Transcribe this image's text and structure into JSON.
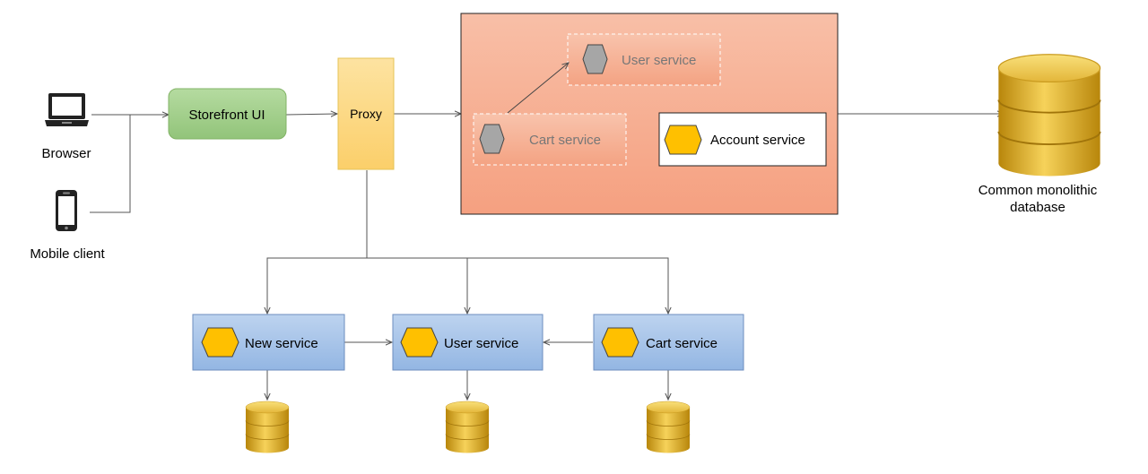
{
  "clients": {
    "browser": "Browser",
    "mobile": "Mobile client"
  },
  "storefront": {
    "label": "Storefront UI"
  },
  "proxy": {
    "label": "Proxy"
  },
  "monolith": {
    "user_service": "User service",
    "cart_service": "Cart service",
    "account_service": "Account service"
  },
  "database": {
    "label_line1": "Common monolithic",
    "label_line2": "database"
  },
  "microservices": {
    "new_service": "New service",
    "user_service": "User service",
    "cart_service": "Cart service"
  },
  "colors": {
    "storefront_fill": "#a8d08d",
    "proxy_fill": "#fbd67e",
    "monolith_fill": "#f7ae95",
    "service_fill": "#a4c2e8",
    "hexagon_active": "#ffc000",
    "hexagon_inactive": "#a6a6a6",
    "db_gold": "#e0b43a"
  },
  "icons": {
    "browser": "laptop-icon",
    "mobile": "smartphone-icon",
    "database": "database-cylinder-icon",
    "service": "hexagon-icon"
  }
}
